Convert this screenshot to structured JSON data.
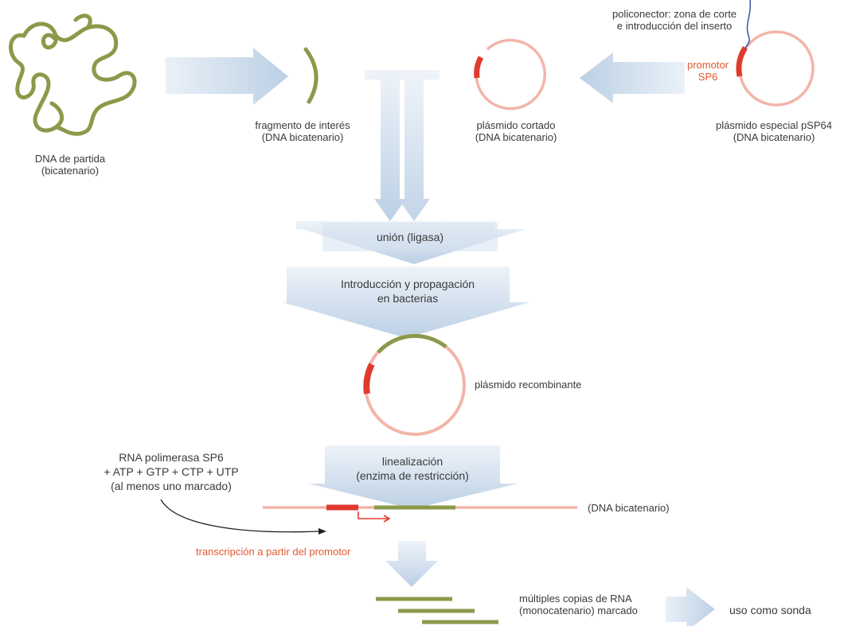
{
  "labels": {
    "dna_partida_1": "DNA de partida",
    "dna_partida_2": "(bicatenario)",
    "fragmento_1": "fragmento de interés",
    "fragmento_2": "(DNA bicatenario)",
    "plasmido_cortado_1": "plásmido cortado",
    "plasmido_cortado_2": "(DNA bicatenario)",
    "plasmido_especial_1": "plásmido especial pSP64",
    "plasmido_especial_2": "(DNA bicatenario)",
    "policonector_1": "policonector: zona de corte",
    "policonector_2": "e introducción del inserto",
    "promotor_1": "promotor",
    "promotor_2": "SP6",
    "union": "unión (ligasa)",
    "introduccion_1": "Introducción y propagación",
    "introduccion_2": "en bacterias",
    "recombinante": "plásmido recombinante",
    "rna_pol_1": "RNA polimerasa SP6",
    "rna_pol_2": "+ ATP + GTP + CTP + UTP",
    "rna_pol_3": "(al menos uno marcado)",
    "linealizacion_1": "linealización",
    "linealizacion_2": "(enzima de restricción)",
    "dna_bicatenario": "(DNA bicatenario)",
    "transcripcion": "transcripción a partir del promotor",
    "copias_1": "múltiples copias de RNA",
    "copias_2": "(monocatenario) marcado",
    "uso": "uso como sonda"
  },
  "colors": {
    "dna_green": "#8a9a4a",
    "plasmid_pink": "#f2b5a8",
    "promoter_red": "#e03a2f",
    "arrow_blue": "#c9d9ea",
    "linker_blue": "#3355aa"
  }
}
